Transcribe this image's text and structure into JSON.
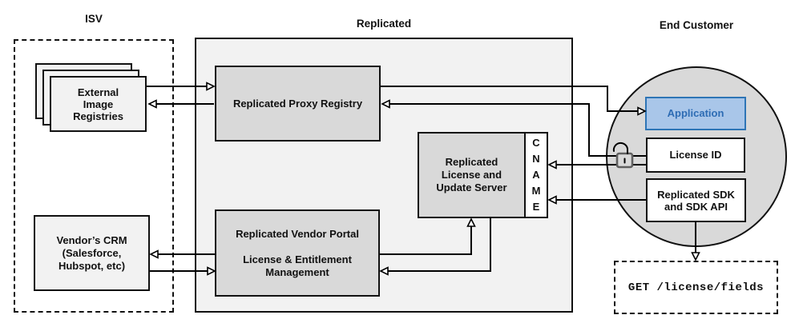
{
  "sections": {
    "isv": {
      "label": "ISV"
    },
    "replicated": {
      "label": "Replicated"
    },
    "end_customer": {
      "label": "End Customer"
    }
  },
  "nodes": {
    "external_image_registries": {
      "label": "External\nImage\nRegistries"
    },
    "vendors_crm": {
      "label": "Vendor’s CRM\n(Salesforce,\nHubspot, etc)"
    },
    "proxy_registry": {
      "label": "Replicated Proxy Registry"
    },
    "vendor_portal": {
      "label": "Replicated Vendor Portal\n\nLicense & Entitlement\nManagement"
    },
    "license_update_server": {
      "label": "Replicated\nLicense and\nUpdate Server"
    },
    "cname": {
      "label": "C\nN\nA\nM\nE"
    },
    "application": {
      "label": "Application"
    },
    "license_id": {
      "label": "License ID"
    },
    "replicated_sdk": {
      "label": "Replicated SDK\nand SDK API"
    },
    "get_license_fields": {
      "label": "GET /license/fields"
    }
  },
  "icons": {
    "unlocked_padlock": "unlocked-padlock-icon"
  },
  "colors": {
    "container_fill": "#f2f2f2",
    "node_fill_gray": "#d9d9d9",
    "node_fill_light": "#f2f2f2",
    "circle_fill": "#d9d9d9",
    "application_fill": "#a9c6e9",
    "application_border": "#2e75b6",
    "application_text": "#2d6cb4",
    "line_color": "#000000",
    "lock_color": "#5f5f5f"
  }
}
